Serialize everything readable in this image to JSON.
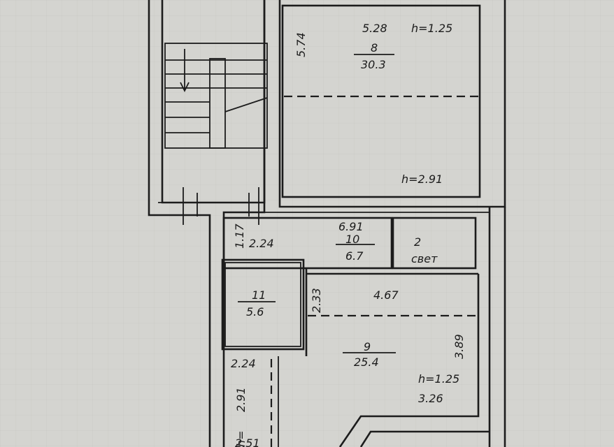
{
  "rooms": [
    {
      "number": "8",
      "area": "30.3",
      "width": "5.28",
      "length": "5.74",
      "height_top": "h=1.25",
      "height_bottom": "h=2.91"
    },
    {
      "number": "10",
      "area": "6.7",
      "width": "6.91",
      "length": "2.24",
      "side": "1.17"
    },
    {
      "number": "2",
      "note": "свет"
    },
    {
      "number": "11",
      "area": "5.6",
      "width": "2.24"
    },
    {
      "number": "9",
      "area": "25.4",
      "width": "4.67",
      "side": "2.33",
      "length": "3.89",
      "height": "h=1.25",
      "bottom_width": "3.26"
    }
  ],
  "corridor": {
    "length": "2.91",
    "height": "h=",
    "width": "2.51"
  },
  "colors": {
    "paper": "#d4d4d0",
    "ink": "#1c1c1c"
  }
}
